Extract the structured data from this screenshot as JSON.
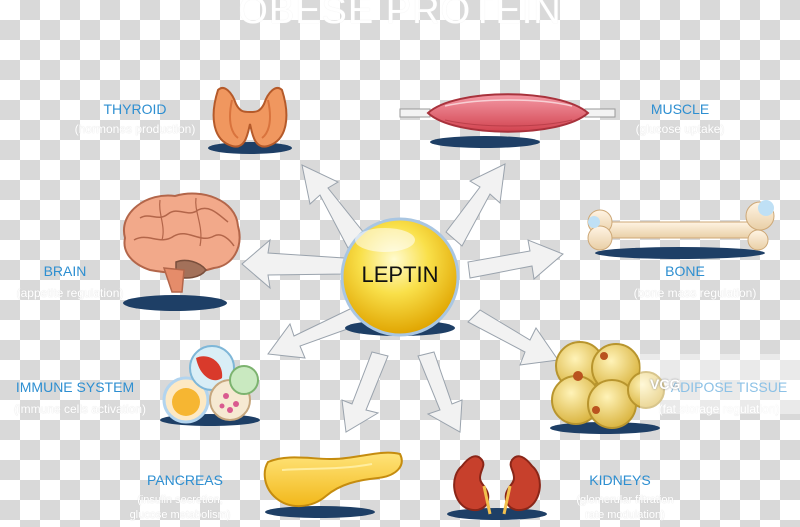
{
  "title": "OBESE PROTEIN",
  "hub": {
    "label": "LEPTIN"
  },
  "colors": {
    "label": "#2e8fd1",
    "hub_yellow": "#f6d11c",
    "shadow": "#1e3f66",
    "arrow_fill": "#f2f2f2"
  },
  "organs": [
    {
      "label": "THYROID",
      "sub": "(hormones production)"
    },
    {
      "label": "MUSCLE",
      "sub": "(glucose uptake)"
    },
    {
      "label": "BRAIN",
      "sub": "(appetite regulation)"
    },
    {
      "label": "BONE",
      "sub": "(bone mass regulation)"
    },
    {
      "label": "IMMUNE SYSTEM",
      "sub": "(immune cells activation)"
    },
    {
      "label": "ADIPOSE TISSUE",
      "sub": "(fat storage regulation)"
    },
    {
      "label": "PANCREAS",
      "sub": "(insulin secretion,",
      "sub2": "glucose metabolism)"
    },
    {
      "label": "KIDNEYS",
      "sub": "(glomerular filtration",
      "sub2": "rate modulation)"
    }
  ],
  "watermark": "VCG"
}
